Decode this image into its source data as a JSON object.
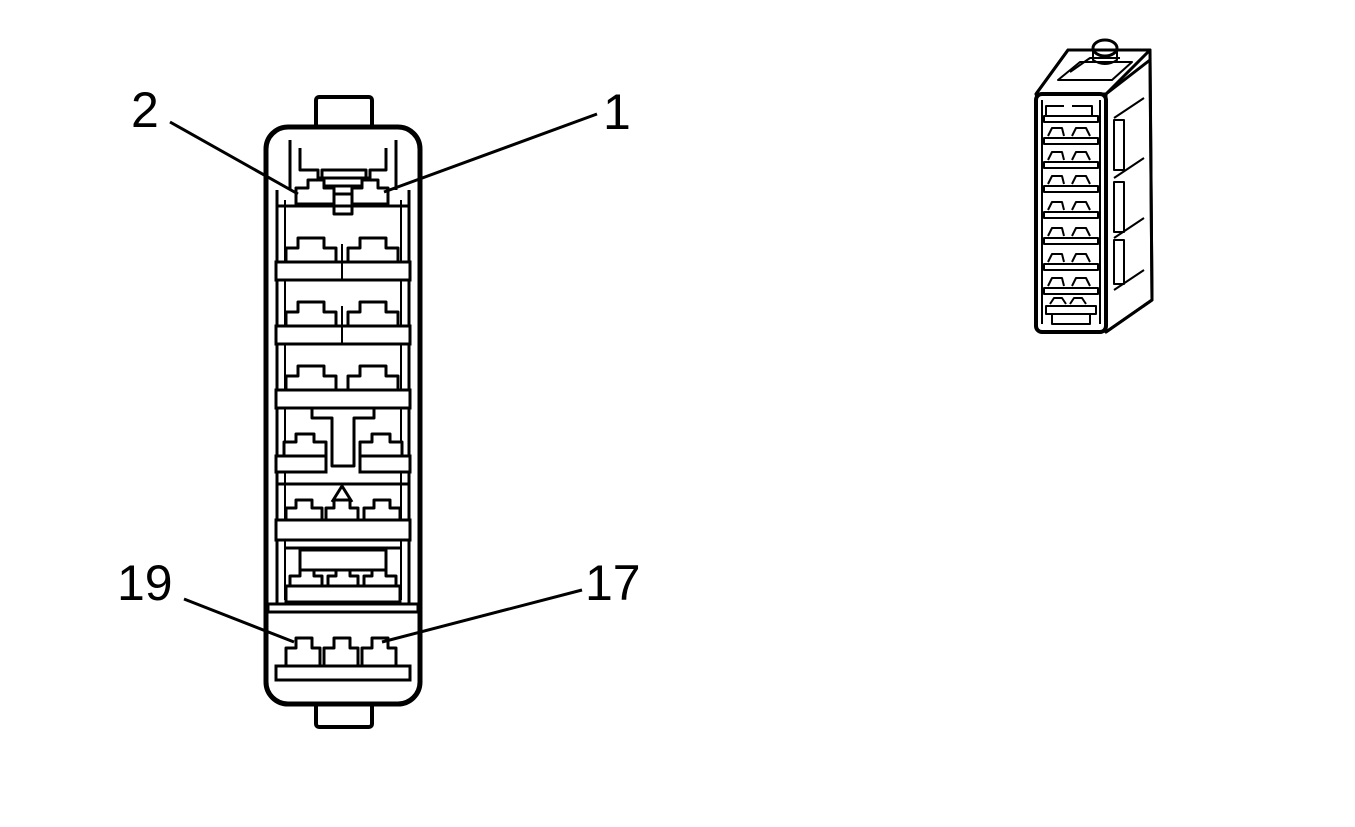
{
  "diagram": {
    "pin_labels": {
      "pin_1": "1",
      "pin_2": "2",
      "pin_17": "17",
      "pin_19": "19"
    },
    "colors": {
      "line": "#000000",
      "background": "#ffffff"
    }
  }
}
